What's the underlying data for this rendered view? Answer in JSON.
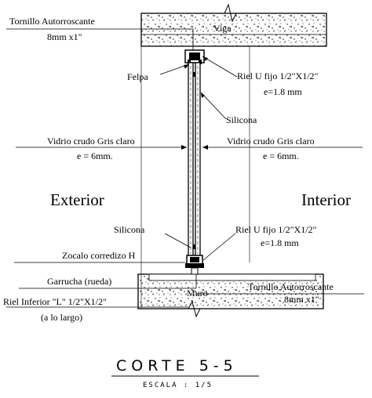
{
  "labels": {
    "tornillo_top": "Tornillo Autorroscante",
    "tornillo_top_size": "8mm x1\"",
    "viga": "Viga",
    "felpa": "Felpa",
    "riel_u_top": "Riel U fijo 1/2\"X1/2\"",
    "riel_u_top_e": "e=1.8 mm",
    "silicona_top": "Silicona",
    "vidrio_left": "Vidrio crudo Gris claro",
    "vidrio_left_e": "e = 6mm.",
    "vidrio_right": "Vidrio crudo Gris claro",
    "vidrio_right_e": "e = 6mm.",
    "exterior": "Exterior",
    "interior": "Interior",
    "silicona_bottom": "Silicona",
    "riel_u_bottom": "Riel U fijo 1/2\"X1/2\"",
    "riel_u_bottom_e": "e=1.8 mm",
    "zocalo": "Zocalo corredizo  H",
    "garrucha": "Garrucha (rueda)",
    "tornillo_bottom": "Tornillo Autorroscante",
    "tornillo_bottom_size": "8mm x1\"",
    "muro": "Muro",
    "riel_inferior": "Riel Inferior \"L\" 1/2\"X1/2\"",
    "riel_inferior_note": "(a lo largo)"
  },
  "title": "CORTE 5-5",
  "scale": "ESCALA : 1/5"
}
